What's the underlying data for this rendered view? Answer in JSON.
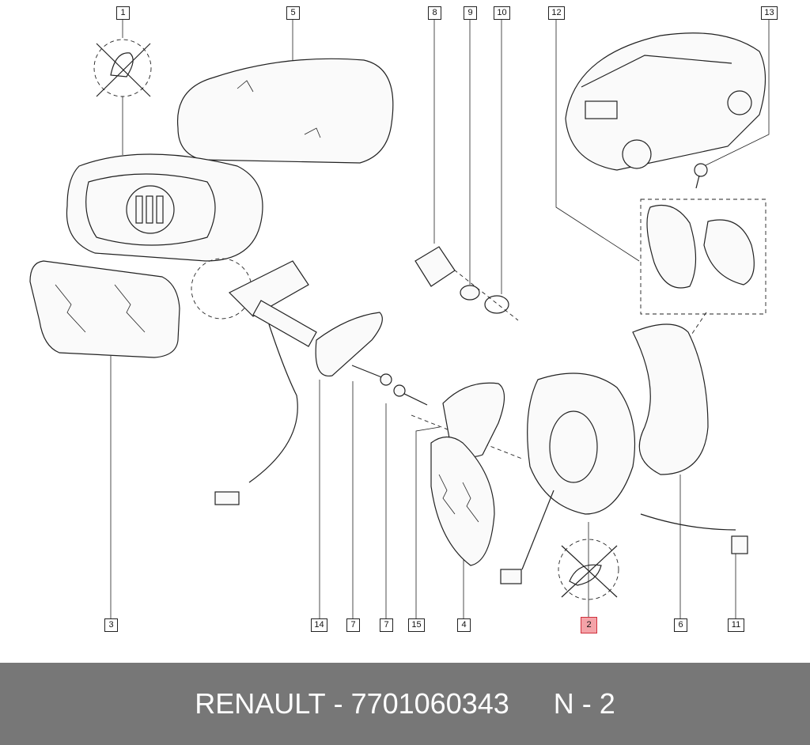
{
  "callouts": {
    "c1": "1",
    "c5": "5",
    "c8": "8",
    "c9": "9",
    "c10": "10",
    "c12": "12",
    "c13": "13",
    "c3": "3",
    "c14": "14",
    "c7a": "7",
    "c7b": "7",
    "c15": "15",
    "c4": "4",
    "c2": "2",
    "c6": "6",
    "c11": "11"
  },
  "highlight_color": "#f4a3a8",
  "footer": {
    "brand": "RENAULT",
    "separator": " - ",
    "part_number": "7701060343",
    "ref": "N - 2"
  }
}
